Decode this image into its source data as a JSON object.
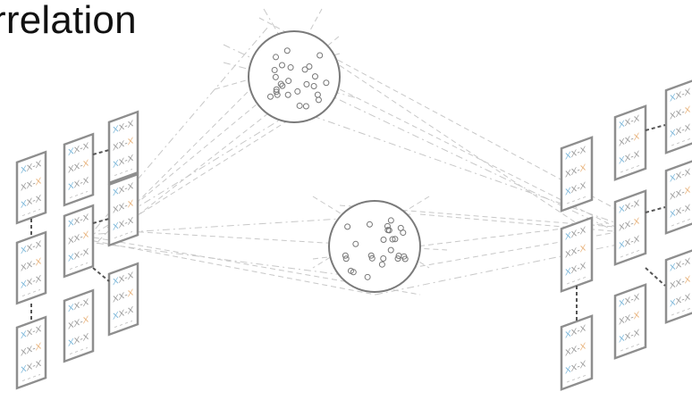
{
  "title": "rrelation",
  "colors": {
    "panel_border": "#8e8e8e",
    "line": "#c8c8c8",
    "circle_border": "#7a7a7a",
    "dot": "#777777",
    "accent_blue": "#7ab6d9",
    "accent_orange": "#e8b27a",
    "text_gray": "#9a9a9a"
  },
  "panel_glyph": "XX-X",
  "layout": {
    "left_grid": {
      "rows": 3,
      "cols": 3
    },
    "right_grid": {
      "rows": 3,
      "cols": 3
    },
    "circles": 2
  }
}
